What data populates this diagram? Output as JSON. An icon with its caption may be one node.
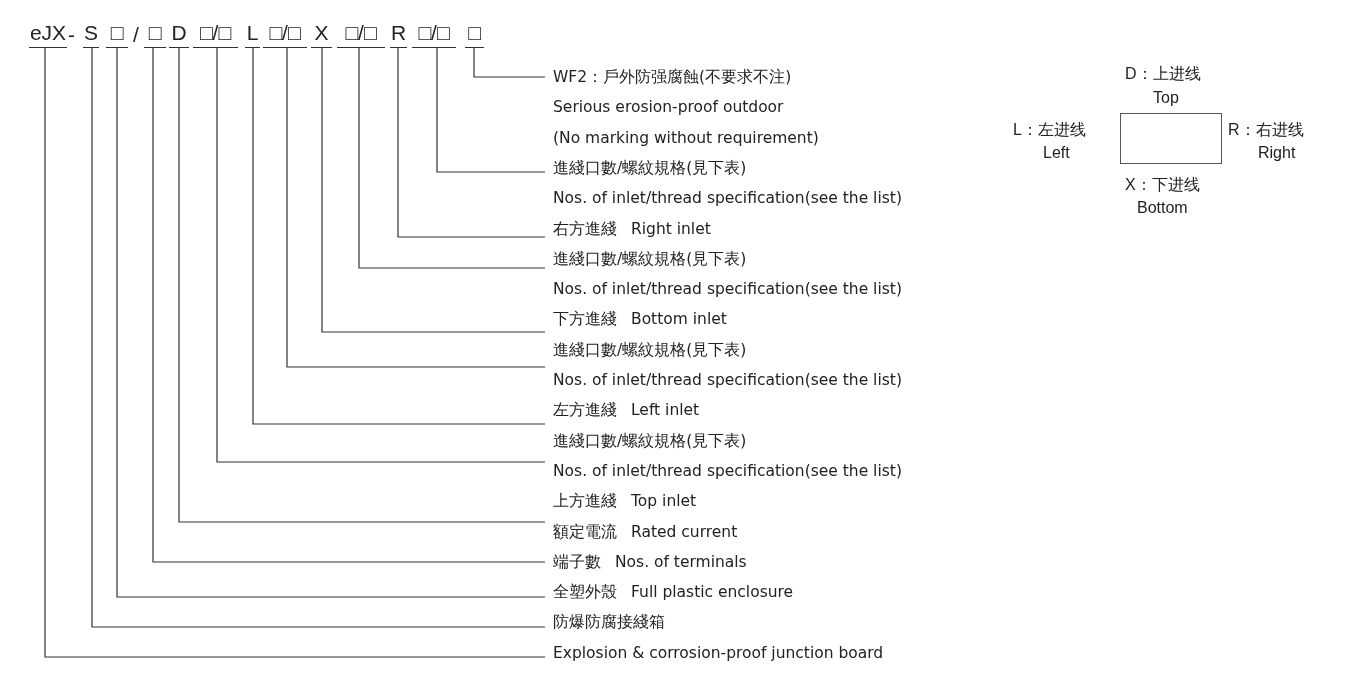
{
  "diagram": {
    "nodes": [
      {
        "text": [
          "eJX"
        ]
      },
      {
        "text": [
          "S"
        ]
      },
      {
        "text": [
          "□"
        ]
      },
      {
        "text": [
          "□"
        ]
      },
      {
        "text": [
          "D"
        ]
      },
      {
        "text": [
          "□/□"
        ]
      },
      {
        "text": [
          "L"
        ]
      },
      {
        "text": [
          "□/□"
        ]
      },
      {
        "text": [
          "X"
        ]
      },
      {
        "text": [
          "□/□"
        ]
      },
      {
        "text": [
          "R"
        ]
      },
      {
        "text": [
          "□/□"
        ]
      },
      {
        "text": [
          "□"
        ]
      },
      {
        "text": [
          "WF2：戶外防强腐蝕(不要求不注)",
          "Serious erosion-proof outdoor",
          "(No marking without requirement)"
        ]
      },
      {
        "text": [
          "進綫口數/螺紋規格(見下表)",
          "Nos. of inlet/thread specification(see the list)"
        ]
      },
      {
        "text": [
          "右方進綫",
          "Right inlet"
        ]
      },
      {
        "text": [
          "進綫口數/螺紋規格(見下表)",
          "Nos. of inlet/thread specification(see the list)"
        ]
      },
      {
        "text": [
          "下方進綫",
          "Bottom inlet"
        ]
      },
      {
        "text": [
          "進綫口數/螺紋規格(見下表)",
          "Nos. of inlet/thread specification(see the list)"
        ]
      },
      {
        "text": [
          "左方進綫",
          "Left inlet"
        ]
      },
      {
        "text": [
          "進綫口數/螺紋規格(見下表)",
          "Nos. of inlet/thread specification(see the list)"
        ]
      },
      {
        "text": [
          "上方進綫",
          "Top inlet"
        ]
      },
      {
        "text": [
          "額定電流",
          "Rated current"
        ]
      },
      {
        "text": [
          "端子數",
          "Nos. of terminals"
        ]
      },
      {
        "text": [
          "全塑外殼",
          "Full plastic enclosure"
        ]
      },
      {
        "text": [
          "防爆防腐接綫箱"
        ]
      },
      {
        "text": [
          "Explosion & corrosion-proof junction board"
        ]
      },
      {
        "text": [],
        "shape": "box"
      }
    ],
    "edges": [
      {
        "from": 12,
        "to": 13,
        "arrow": "none"
      },
      {
        "from": 11,
        "to": 14,
        "arrow": "none"
      },
      {
        "from": 10,
        "to": 15,
        "arrow": "none"
      },
      {
        "from": 9,
        "to": 16,
        "arrow": "none"
      },
      {
        "from": 8,
        "to": 17,
        "arrow": "none"
      },
      {
        "from": 7,
        "to": 18,
        "arrow": "none"
      },
      {
        "from": 6,
        "to": 19,
        "arrow": "none"
      },
      {
        "from": 5,
        "to": 20,
        "arrow": "none"
      },
      {
        "from": 4,
        "to": 22,
        "arrow": "none"
      },
      {
        "from": 3,
        "to": 23,
        "arrow": "none"
      },
      {
        "from": 2,
        "to": 24,
        "arrow": "none"
      },
      {
        "from": 1,
        "to": 25,
        "arrow": "none"
      },
      {
        "from": 0,
        "to": 26,
        "arrow": "none"
      }
    ],
    "labels": [
      "-",
      "/",
      "D：上进线",
      "Top",
      "L：左进线",
      "R：右进线",
      "Left",
      "Right",
      "X：下进线",
      "Bottom"
    ]
  }
}
